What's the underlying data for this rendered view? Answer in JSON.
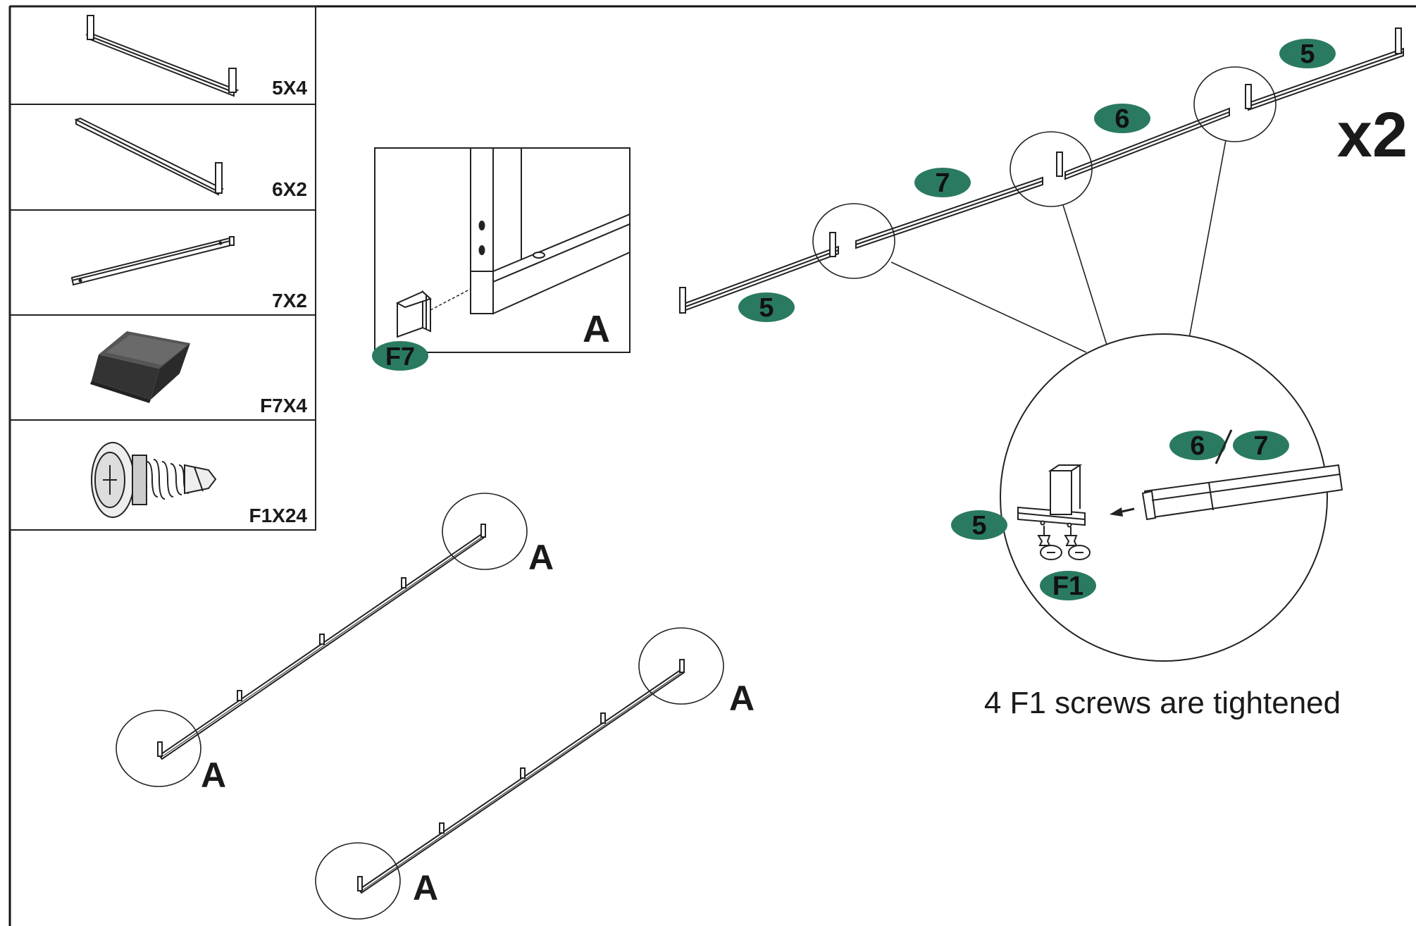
{
  "diagram": {
    "multiplier": "x2",
    "caption": "4 F1 screws are tightened",
    "detail_label": "A",
    "endpoint_label": "A",
    "accent_color": "#2a7a62",
    "line_color": "#1a1a1a",
    "parts": [
      {
        "id": "part-5",
        "qty_label": "5X4"
      },
      {
        "id": "part-6",
        "qty_label": "6X2"
      },
      {
        "id": "part-7",
        "qty_label": "7X2"
      },
      {
        "id": "part-f7",
        "qty_label": "F7X4"
      },
      {
        "id": "part-f1",
        "qty_label": "F1X24"
      }
    ],
    "badges": {
      "inset_f7": "F7",
      "rail_left_5": "5",
      "rail_7": "7",
      "rail_6": "6",
      "rail_right_5": "5",
      "zoom_6": "6",
      "zoom_7": "7",
      "zoom_5": "5",
      "zoom_f1": "F1"
    },
    "icons": [
      "bracket-bar-icon",
      "plain-bar-icon",
      "slotted-bar-icon",
      "end-cap-icon",
      "screw-icon",
      "arrow-icon"
    ]
  }
}
